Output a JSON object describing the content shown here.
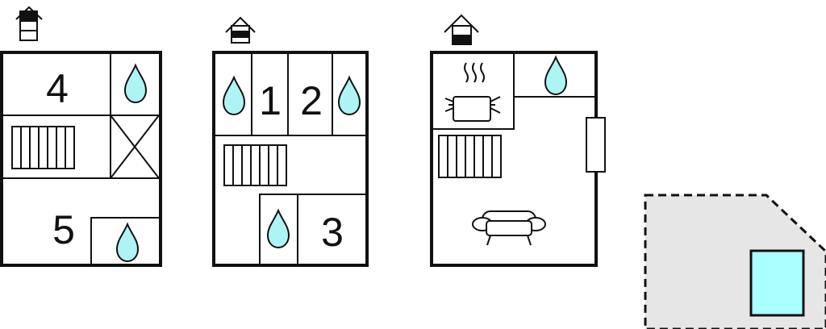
{
  "colors": {
    "wall": "#111111",
    "water": "#aef4f4",
    "outdoor_area": "#e6e6e6",
    "pool": "#aaffff",
    "background": "#ffffff"
  },
  "floors": [
    {
      "level_icon": "house-level-top-icon",
      "rooms": [
        {
          "type": "bedroom",
          "label": "4"
        },
        {
          "type": "bathroom",
          "icon": "water-drop-icon"
        },
        {
          "type": "staircase",
          "icon": "stairs-icon"
        },
        {
          "type": "void",
          "icon": "cross-icon"
        },
        {
          "type": "bedroom",
          "label": "5"
        },
        {
          "type": "bathroom",
          "icon": "water-drop-icon"
        }
      ]
    },
    {
      "level_icon": "house-level-middle-icon",
      "rooms": [
        {
          "type": "bathroom",
          "icon": "water-drop-icon"
        },
        {
          "type": "bedroom",
          "label": "1"
        },
        {
          "type": "bedroom",
          "label": "2"
        },
        {
          "type": "bathroom",
          "icon": "water-drop-icon"
        },
        {
          "type": "staircase",
          "icon": "stairs-icon"
        },
        {
          "type": "bathroom",
          "icon": "water-drop-icon"
        },
        {
          "type": "bedroom",
          "label": "3"
        }
      ]
    },
    {
      "level_icon": "house-level-ground-icon",
      "rooms": [
        {
          "type": "kitchen",
          "icon": "cooking-pot-icon"
        },
        {
          "type": "bathroom",
          "icon": "water-drop-icon"
        },
        {
          "type": "staircase",
          "icon": "stairs-icon"
        },
        {
          "type": "living",
          "icon": "sofa-icon"
        },
        {
          "type": "fireplace",
          "icon": "fireplace-icon"
        }
      ]
    }
  ],
  "outdoor": {
    "type": "terrace",
    "icon": "pool-icon"
  }
}
